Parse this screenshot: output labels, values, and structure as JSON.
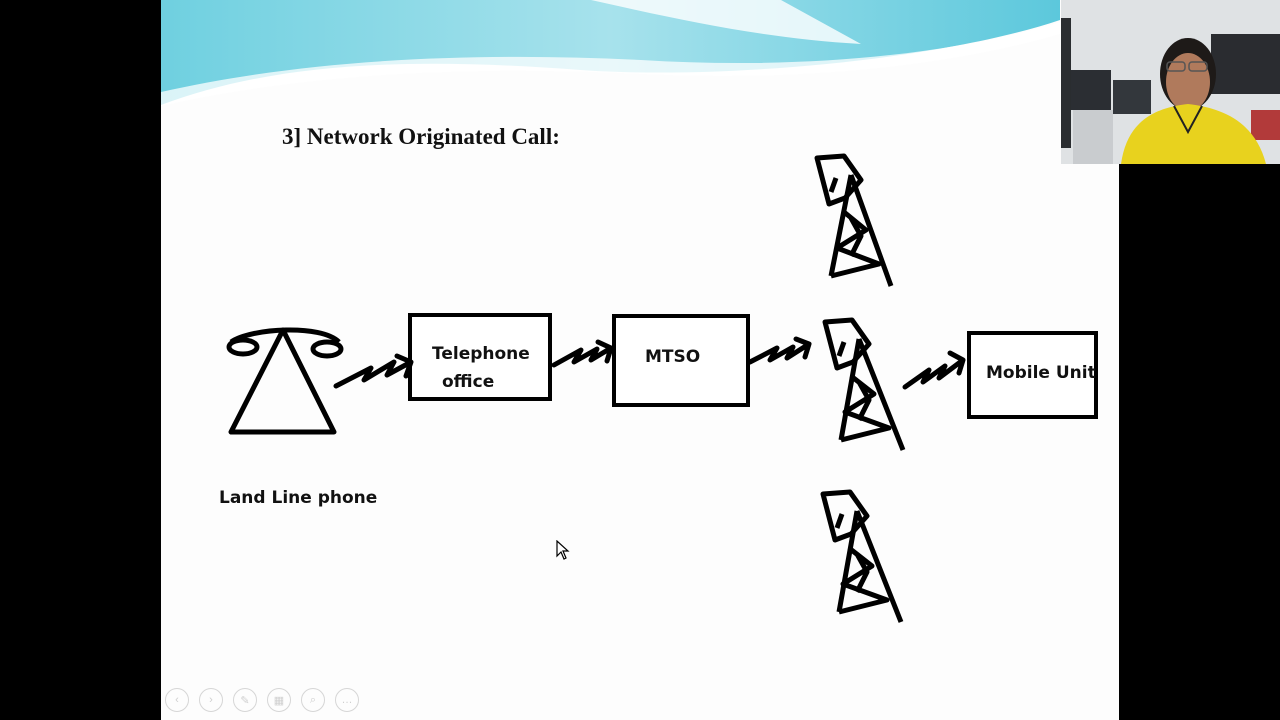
{
  "slide": {
    "title": "3] Network Originated Call:",
    "landline_label": "Land Line phone",
    "telephone_office_label_line1": "Telephone",
    "telephone_office_label_line2": "office",
    "mtso_label": "MTSO",
    "mobile_unit_label": "Mobile Unit"
  },
  "toolbar": {
    "buttons": [
      {
        "name": "previous",
        "icon": "‹"
      },
      {
        "name": "next",
        "icon": "›"
      },
      {
        "name": "pen",
        "icon": "✎"
      },
      {
        "name": "slides",
        "icon": "▦"
      },
      {
        "name": "zoom",
        "icon": "⌕"
      },
      {
        "name": "more",
        "icon": "…"
      }
    ]
  },
  "colors": {
    "slide_background": "#fdfdfd",
    "letterbox": "#000000",
    "header_wave": "#5cc8dc",
    "shirt": "#e8d21e"
  }
}
